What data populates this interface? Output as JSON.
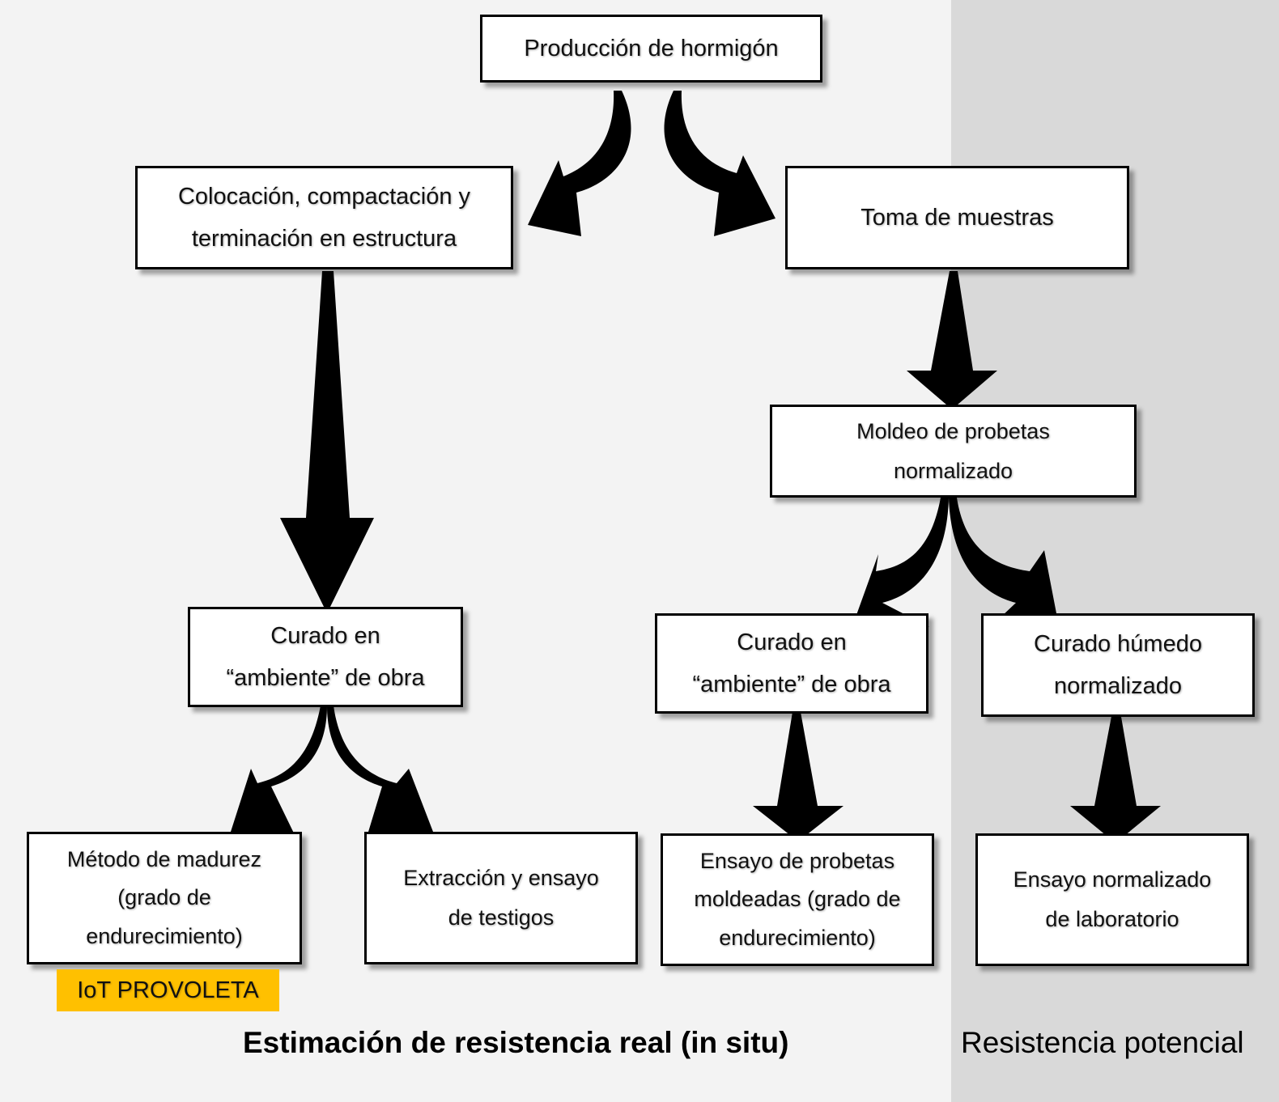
{
  "colors": {
    "background_left": "#f3f3f3",
    "background_right": "#d9d9d9",
    "highlight": "#ffc000",
    "box_fill": "#ffffff",
    "arrow": "#000000"
  },
  "nodes": {
    "produccion": "Producción de hormigón",
    "colocacion": "Colocación, compactación y\nterminación en estructura",
    "toma": "Toma de muestras",
    "moldeo": "Moldeo de probetas\nnormalizado",
    "curado_obra_left": "Curado en\n“ambiente” de obra",
    "curado_obra_right": "Curado en\n“ambiente” de obra",
    "curado_humedo": "Curado húmedo\nnormalizado",
    "madurez": "Método de madurez\n(grado de\nendurecimiento)",
    "extraccion": "Extracción y ensayo\nde testigos",
    "ensayo_probetas": "Ensayo de probetas\nmoldeadas (grado de\nendurecimiento)",
    "ensayo_lab": "Ensayo normalizado\nde laboratorio"
  },
  "badge": "IoT PROVOLETA",
  "captions": {
    "in_situ": "Estimación de resistencia real (in situ)",
    "potencial": "Resistencia potencial"
  },
  "edges": [
    {
      "from": "Producción de hormigón",
      "to": "Colocación, compactación y terminación en estructura",
      "style": "curved"
    },
    {
      "from": "Producción de hormigón",
      "to": "Toma de muestras",
      "style": "curved"
    },
    {
      "from": "Colocación, compactación y terminación en estructura",
      "to": "Curado en “ambiente” de obra (in situ)",
      "style": "straight"
    },
    {
      "from": "Toma de muestras",
      "to": "Moldeo de probetas normalizado",
      "style": "straight"
    },
    {
      "from": "Curado en “ambiente” de obra (in situ)",
      "to": "Método de madurez",
      "style": "curved"
    },
    {
      "from": "Curado en “ambiente” de obra (in situ)",
      "to": "Extracción y ensayo de testigos",
      "style": "curved"
    },
    {
      "from": "Moldeo de probetas normalizado",
      "to": "Curado en “ambiente” de obra (probetas)",
      "style": "curved"
    },
    {
      "from": "Moldeo de probetas normalizado",
      "to": "Curado húmedo normalizado",
      "style": "curved"
    },
    {
      "from": "Curado en “ambiente” de obra (probetas)",
      "to": "Ensayo de probetas moldeadas",
      "style": "straight"
    },
    {
      "from": "Curado húmedo normalizado",
      "to": "Ensayo normalizado de laboratorio",
      "style": "straight"
    }
  ]
}
